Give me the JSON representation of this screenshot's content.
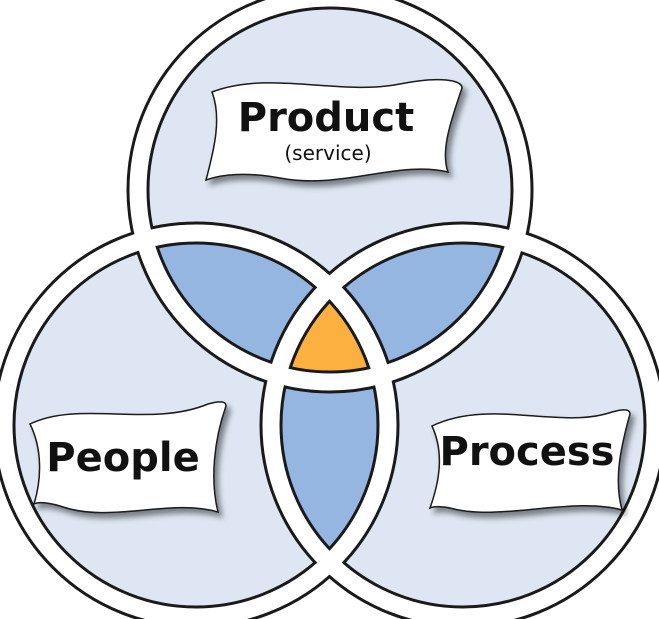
{
  "colors": {
    "circle_fill": "#dde6f2",
    "pair_overlap_fill": "#94b6e0",
    "center_overlap_fill": "#fbb040",
    "outline": "#1a1a1a",
    "gap": "#ffffff",
    "banner_fill": "#ffffff"
  },
  "circles": {
    "product": {
      "label": "Product",
      "sublabel": "(service)"
    },
    "people": {
      "label": "People"
    },
    "process": {
      "label": "Process"
    }
  }
}
